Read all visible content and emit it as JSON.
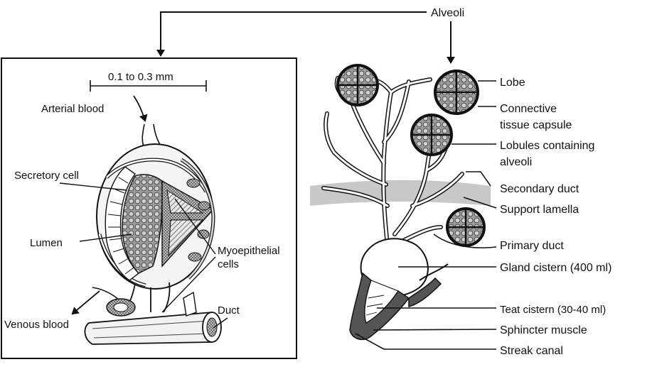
{
  "labels": {
    "alveoli": "Alveoli",
    "scale": "0.1 to 0.3 mm",
    "arterial_blood": "Arterial blood",
    "secretory_cell": "Secretory cell",
    "lumen": "Lumen",
    "myoepithelial_line1": "Myoepithelial",
    "myoepithelial_line2": "cells",
    "venous_blood": "Venous blood",
    "duct": "Duct",
    "lobe": "Lobe",
    "connective_line1": "Connective",
    "connective_line2": "tissue capsule",
    "lobules_line1": "Lobules containing",
    "lobules_line2": "alveoli",
    "secondary_duct": "Secondary duct",
    "support_lamella": "Support lamella",
    "primary_duct": "Primary duct",
    "gland_cistern": "Gland cistern (400 ml)",
    "teat_cistern": "Teat cistern (30-40 ml)",
    "sphincter_muscle": "Sphincter muscle",
    "streak_canal": "Streak canal"
  },
  "colors": {
    "ink": "#111111",
    "lamella": "#c8c8c8",
    "muscle": "#555555",
    "tissue": "#8a8a8a"
  }
}
